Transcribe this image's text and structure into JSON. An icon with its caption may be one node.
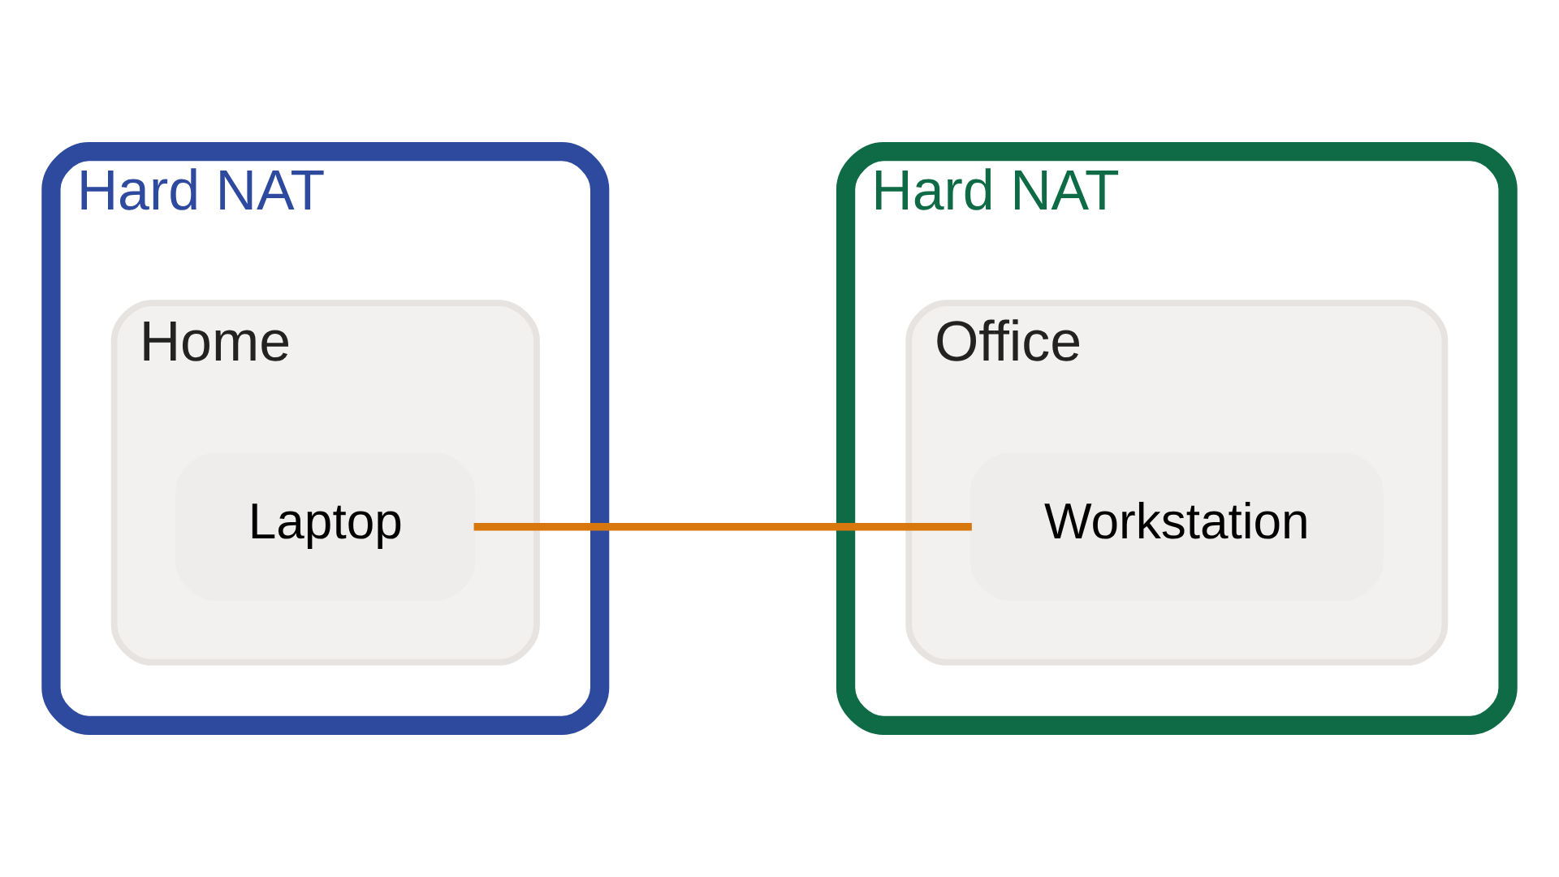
{
  "diagram": {
    "nodes": [
      {
        "text": [
          "Hard NAT"
        ]
      },
      {
        "text": [
          "Home"
        ],
        "in": 0
      },
      {
        "text": [
          "Laptop"
        ],
        "in": 1
      },
      {
        "text": [
          "Hard NAT"
        ]
      },
      {
        "text": [
          "Office"
        ],
        "in": 3
      },
      {
        "text": [
          "Workstation"
        ],
        "in": 4
      }
    ],
    "edges": [
      {
        "from": 2,
        "to": 5,
        "arrow": "none",
        "color": "#d9770f"
      }
    ]
  }
}
